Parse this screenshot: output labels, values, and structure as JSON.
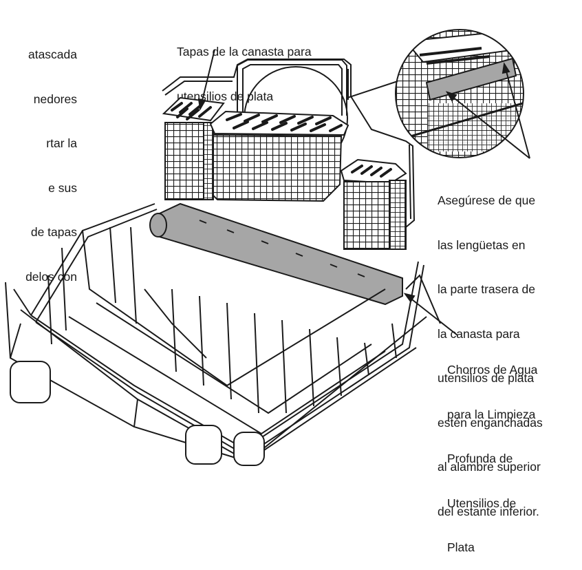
{
  "left_text": {
    "lines": [
      "atascada",
      "nedores",
      "rtar la",
      "e sus",
      "de tapas",
      "delos con"
    ]
  },
  "basket_lids_label": {
    "lines": [
      "Tapas de la canasta para",
      "utensilios de plata"
    ]
  },
  "tabs_note": {
    "lines": [
      "Asegúrese de que",
      "las lengüetas en",
      "la parte trasera de",
      "la canasta para",
      "utensilios de plata",
      "estén enganchadas",
      "al alambre superior",
      "del estante inferior."
    ]
  },
  "water_jets_label": {
    "lines": [
      "Chorros de Agua",
      "para la Limpieza",
      "Profunda de",
      "Utensilios de",
      "Plata"
    ]
  },
  "colors": {
    "line": "#1a1a1a",
    "highlight": "#a6a6a6",
    "background": "#ffffff"
  }
}
